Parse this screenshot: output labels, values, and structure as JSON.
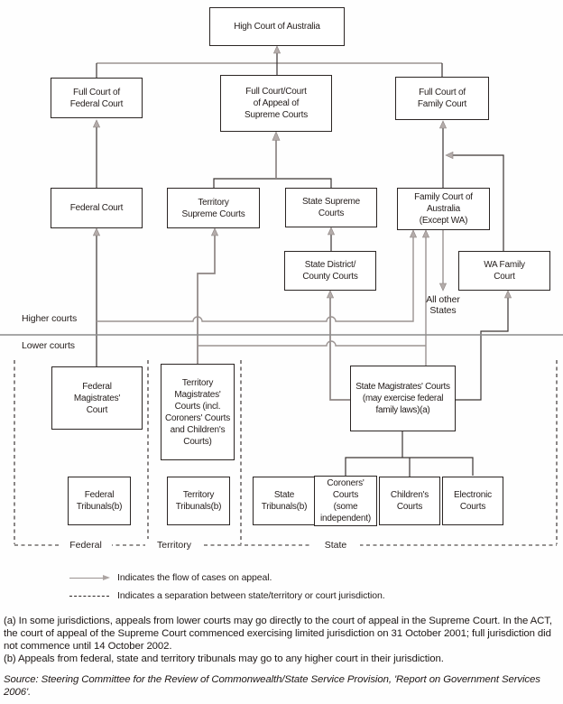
{
  "diagram": {
    "boxes": {
      "high_court": "High Court of Australia",
      "full_federal": "Full Court of\nFederal Court",
      "full_supreme": "Full Court/Court\nof Appeal of\nSupreme Courts",
      "full_family": "Full Court of\nFamily Court",
      "federal_court": "Federal Court",
      "territory_supreme": "Territory\nSupreme Courts",
      "state_supreme": "State Supreme\nCourts",
      "family_court": "Family Court of\nAustralia\n(Except WA)",
      "state_district": "State District/\nCounty Courts",
      "wa_family": "WA Family\nCourt",
      "federal_magistrates": "Federal\nMagistrates'\nCourt",
      "territory_magistrates": "Territory\nMagistrates'\nCourts (incl.\nCoroners' Courts\nand Children's\nCourts)",
      "state_magistrates": "State Magistrates' Courts\n(may exercise federal\nfamily laws)(a)",
      "federal_tribunals": "Federal\nTribunals(b)",
      "territory_tribunals": "Territory\nTribunals(b)",
      "state_tribunals": "State\nTribunals(b)",
      "coroners_courts": "Coroners'\nCourts\n(some\nindependent)",
      "childrens_courts": "Children's\nCourts",
      "electronic_courts": "Electronic\nCourts"
    },
    "labels": {
      "higher_courts": "Higher courts",
      "lower_courts": "Lower courts",
      "all_other_states": "All other\nStates",
      "federal": "Federal",
      "territory": "Territory",
      "state": "State"
    },
    "legend": {
      "arrow_text": "Indicates the flow of cases on appeal.",
      "dashed_text": "Indicates a separation between state/territory or court jurisdiction."
    },
    "colors": {
      "box_border": "#2b2523",
      "line_dark": "#3b3432",
      "line_gray": "#9b9391",
      "arrow_fill": "#b4acaa"
    }
  },
  "footnotes": {
    "a": "(a) In some jurisdictions, appeals from lower courts may go directly to the court of appeal in the Supreme Court. In the ACT, the court of appeal of the Supreme Court commenced exercising limited jurisdiction on 31 October 2001; full jurisdiction did not commence until 14 October 2002.",
    "b": "(b) Appeals from federal, state and territory tribunals may go to any higher court in their jurisdiction."
  },
  "source": "Source: Steering Committee for the Review of Commonwealth/State Service Provision, 'Report on Government Services 2006'."
}
